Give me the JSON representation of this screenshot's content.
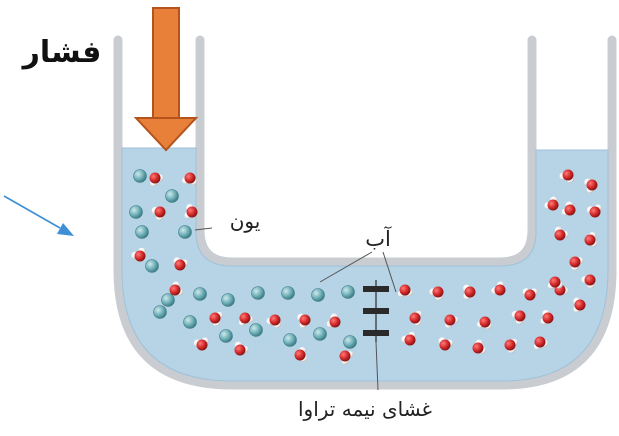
{
  "labels": {
    "pressure": "فشار",
    "ion": "یون",
    "water": "آب",
    "membrane": "غشای نیمه تراوا"
  },
  "colors": {
    "solution": "#b7d3e6",
    "tube_wall": "#d9dcdf",
    "arrow_fill": "#e8803a",
    "arrow_stroke": "#b4541c",
    "pointer_arrow": "#3d8fd6",
    "ion_particle": "#6fb0b8",
    "water_oxygen": "#d42a2a",
    "water_hydrogen": "#f3f3f3",
    "membrane": "#2a2a2a"
  },
  "icons": {
    "pressure_arrow": "down-arrow-icon",
    "pointer": "pointer-arrow-icon"
  }
}
